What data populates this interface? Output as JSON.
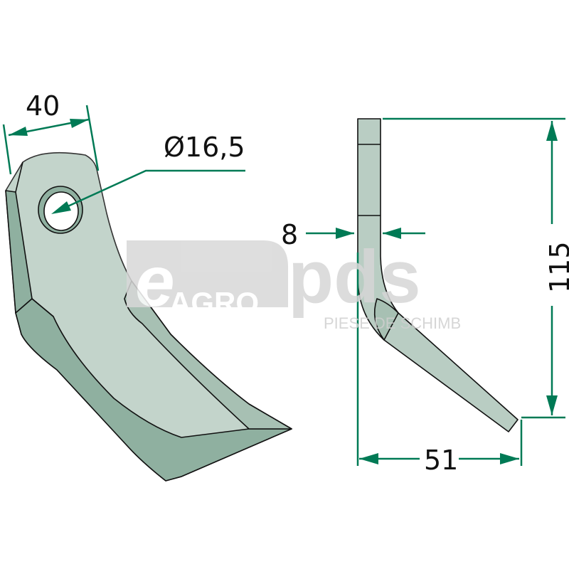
{
  "watermark": {
    "brand_e": "e",
    "brand_agro": "AGRO",
    "brand_pds": "pds",
    "tagline": "PIESE DE SCHIMB"
  },
  "dimensions": {
    "width": "40",
    "hole_diameter": "Ø16,5",
    "thickness": "8",
    "height": "115",
    "offset": "51"
  },
  "colors": {
    "dimension": "#007a55",
    "blade_light": "#b9cdc3",
    "blade_dark": "#8fb0a0",
    "watermark": "#d6d6d6"
  }
}
